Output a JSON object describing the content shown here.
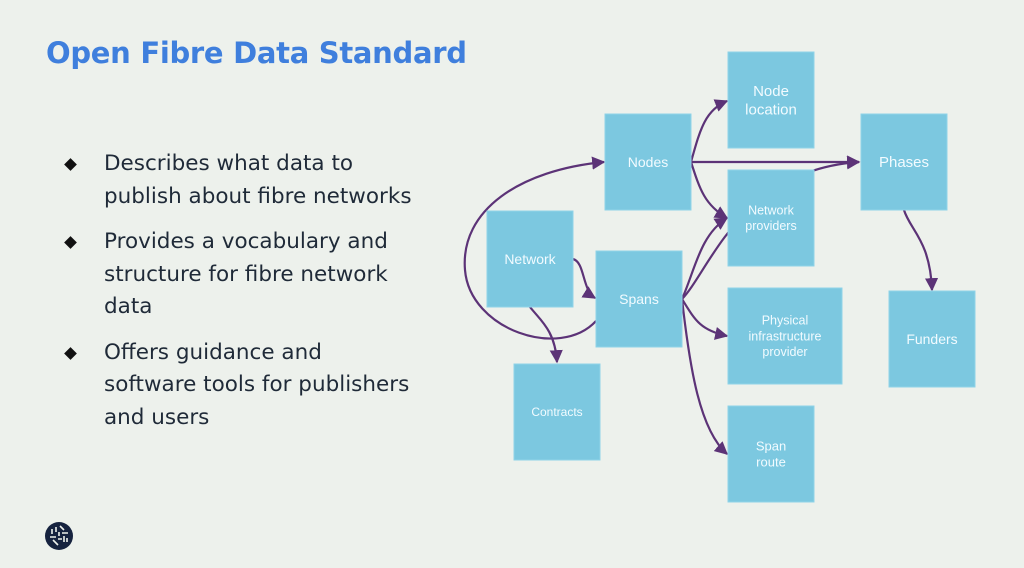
{
  "slide": {
    "title": "Open Fibre Data Standard",
    "bullets": [
      {
        "lines": [
          "Describes what data to",
          "publish about fibre networks"
        ]
      },
      {
        "lines": [
          "Provides a vocabulary and",
          "structure for fibre network",
          "data"
        ]
      },
      {
        "lines": [
          "Offers guidance and",
          "software tools for publishers",
          "and users"
        ]
      }
    ],
    "logo_icon": "globe-logo-icon"
  },
  "diagram": {
    "colors": {
      "box": "#7cc8e0",
      "arrow": "#5c3377",
      "text": "#f2fbff"
    },
    "nodes": [
      {
        "id": "nodes",
        "lines": [
          "Nodes"
        ]
      },
      {
        "id": "node_location",
        "lines": [
          "Node",
          "location"
        ]
      },
      {
        "id": "phases",
        "lines": [
          "Phases"
        ]
      },
      {
        "id": "network",
        "lines": [
          "Network"
        ]
      },
      {
        "id": "network_providers",
        "lines": [
          "Network",
          "providers"
        ]
      },
      {
        "id": "spans",
        "lines": [
          "Spans"
        ]
      },
      {
        "id": "physical_infrastructure_provider",
        "lines": [
          "Physical",
          "infrastructure",
          "provider"
        ]
      },
      {
        "id": "funders",
        "lines": [
          "Funders"
        ]
      },
      {
        "id": "contracts",
        "lines": [
          "Contracts"
        ]
      },
      {
        "id": "span_route",
        "lines": [
          "Span",
          "route"
        ]
      }
    ],
    "edges": [
      {
        "from": "network",
        "to": "nodes"
      },
      {
        "from": "network",
        "to": "spans"
      },
      {
        "from": "network",
        "to": "contracts"
      },
      {
        "from": "nodes",
        "to": "node_location"
      },
      {
        "from": "nodes",
        "to": "phases"
      },
      {
        "from": "nodes",
        "to": "network_providers"
      },
      {
        "from": "spans",
        "to": "network_providers"
      },
      {
        "from": "spans",
        "to": "phases"
      },
      {
        "from": "spans",
        "to": "physical_infrastructure_provider"
      },
      {
        "from": "spans",
        "to": "span_route"
      },
      {
        "from": "phases",
        "to": "funders"
      }
    ]
  }
}
